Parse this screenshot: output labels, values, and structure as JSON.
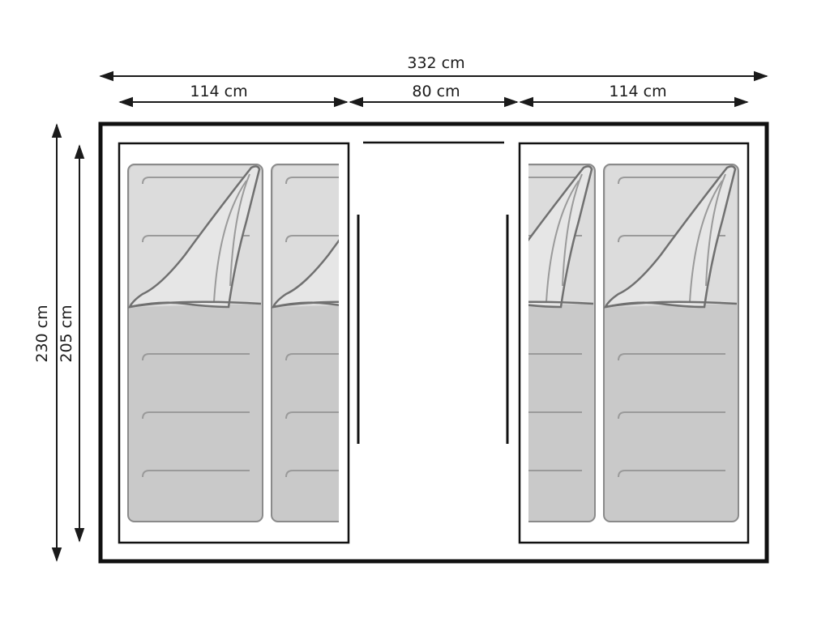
{
  "dimensions": {
    "overall_width": "332 cm",
    "left_section_width": "114 cm",
    "center_section_width": "80 cm",
    "right_section_width": "114 cm",
    "outer_height": "230 cm",
    "inner_height": "205 cm"
  },
  "colors": {
    "line": "#1a1a1a",
    "mattress_fill": "#c9c9c9",
    "blanket_fill": "#dedede",
    "mattress_stroke": "#8a8a8a"
  }
}
